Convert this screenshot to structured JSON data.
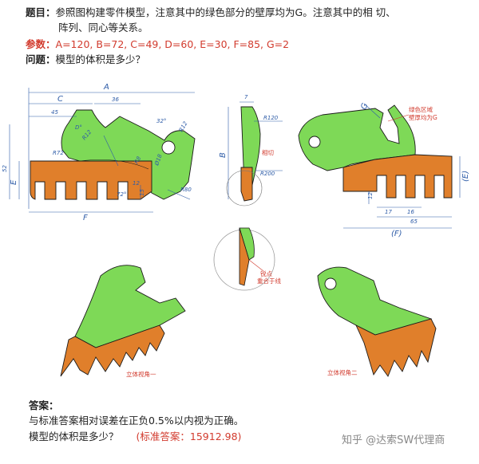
{
  "header": {
    "title_label": "题目：",
    "title_text_line1": "参照图构建零件模型，注意其中的绿色部分的壁厚均为G。注意其中的相 切、",
    "title_text_line2": "阵列、同心等关系。",
    "params_label": "参数：",
    "params_text": "A=120, B=72, C=49, D=60, E=30, F=85, G=2",
    "question_label": "问题：",
    "question_text": "模型的体积是多少？"
  },
  "drawing": {
    "front_dims": {
      "A": "A",
      "C": "C",
      "d36": "36",
      "d45": "45",
      "D": "D°",
      "d32": "32°",
      "R12a": "R12",
      "R12b": "R12",
      "R72": "R72",
      "R8": "R8",
      "phi18": "Ø18",
      "d52": "52",
      "E": "E",
      "F": "F",
      "d12": "12",
      "d15": "15",
      "d72": "72°",
      "R80": "R80"
    },
    "side_dims": {
      "d7": "7",
      "R120": "R120",
      "B": "B",
      "R200": "R200",
      "tangent": "相切"
    },
    "right_dims": {
      "G": "G",
      "note_line1": "绿色区域",
      "note_line2": "壁厚均为G",
      "d12": "12",
      "d17": "17",
      "d16": "16",
      "d65": "65",
      "E": "(E)",
      "F": "(F)"
    },
    "detail_note_line1": "锐点",
    "detail_note_line2": "重合于线",
    "iso_left_caption": "立体视角一",
    "iso_right_caption": "立体视角二"
  },
  "answer": {
    "label": "答案：",
    "line1": "与标准答案相对误差在正负0.5%以内视为正确。",
    "line2": "模型的体积是多少？",
    "standard": "(标准答案：15912.98)"
  },
  "watermark": "知乎 @达索SW代理商",
  "colors": {
    "green": "#7ed957",
    "orange": "#e07f2b",
    "dim_blue": "#2f5da8",
    "red": "#d23b2e",
    "outline": "#1a1a1a"
  }
}
